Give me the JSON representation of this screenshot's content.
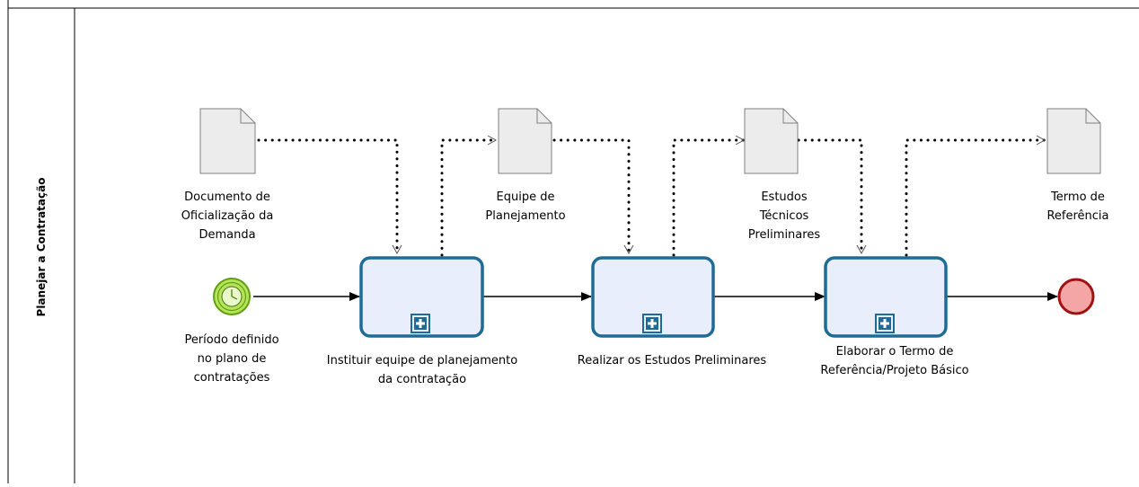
{
  "pool": {
    "lane_label": "Planejar a Contratação"
  },
  "start_event": {
    "label": "Período definido\nno plano de\ncontratações",
    "icon": "timer-icon",
    "fill": "#b7e35a",
    "stroke": "#5fa012"
  },
  "end_event": {
    "fill": "#f4a6a6",
    "stroke": "#a11212"
  },
  "subprocesses": [
    {
      "label": "Instituir equipe de planejamento\nda contratação"
    },
    {
      "label": "Realizar os Estudos Preliminares"
    },
    {
      "label": "Elaborar o Termo de\nReferência/Projeto Básico"
    }
  ],
  "data_objects": [
    {
      "label": "Documento de\nOficialização da\nDemanda"
    },
    {
      "label": "Equipe de\nPlanejamento"
    },
    {
      "label": "Estudos\nTécnicos\nPreliminares"
    },
    {
      "label": "Termo de\nReferência"
    }
  ],
  "colors": {
    "task_fill": "#e8eefb",
    "task_stroke": "#1f6b96",
    "doc_fill": "#ececec",
    "doc_stroke": "#7f7f7f"
  }
}
